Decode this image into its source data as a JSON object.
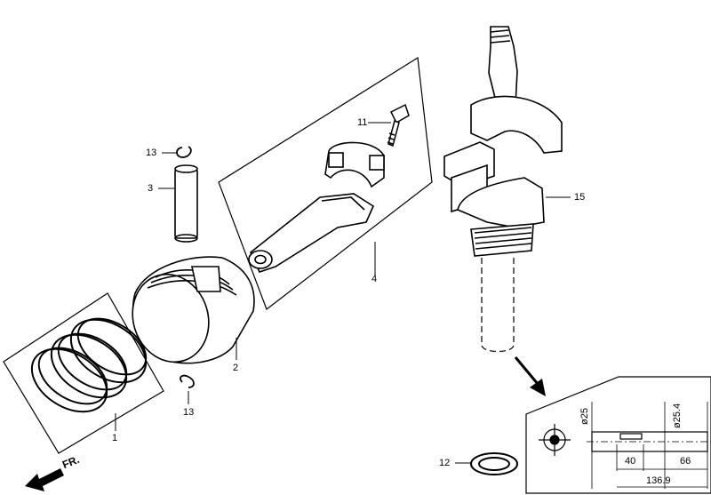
{
  "callouts": {
    "piston_rings": "1",
    "piston": "2",
    "piston_pin": "3",
    "connecting_rod": "4",
    "rod_bolt": "11",
    "oil_seal": "12",
    "pin_clip_top": "13",
    "pin_clip_bottom": "13",
    "crankshaft": "15"
  },
  "direction_label": "FR.",
  "detail_dimensions": {
    "dia_left": "ø25",
    "dia_right": "ø25.4",
    "len_40": "40",
    "len_66": "66",
    "len_total": "136.9"
  }
}
